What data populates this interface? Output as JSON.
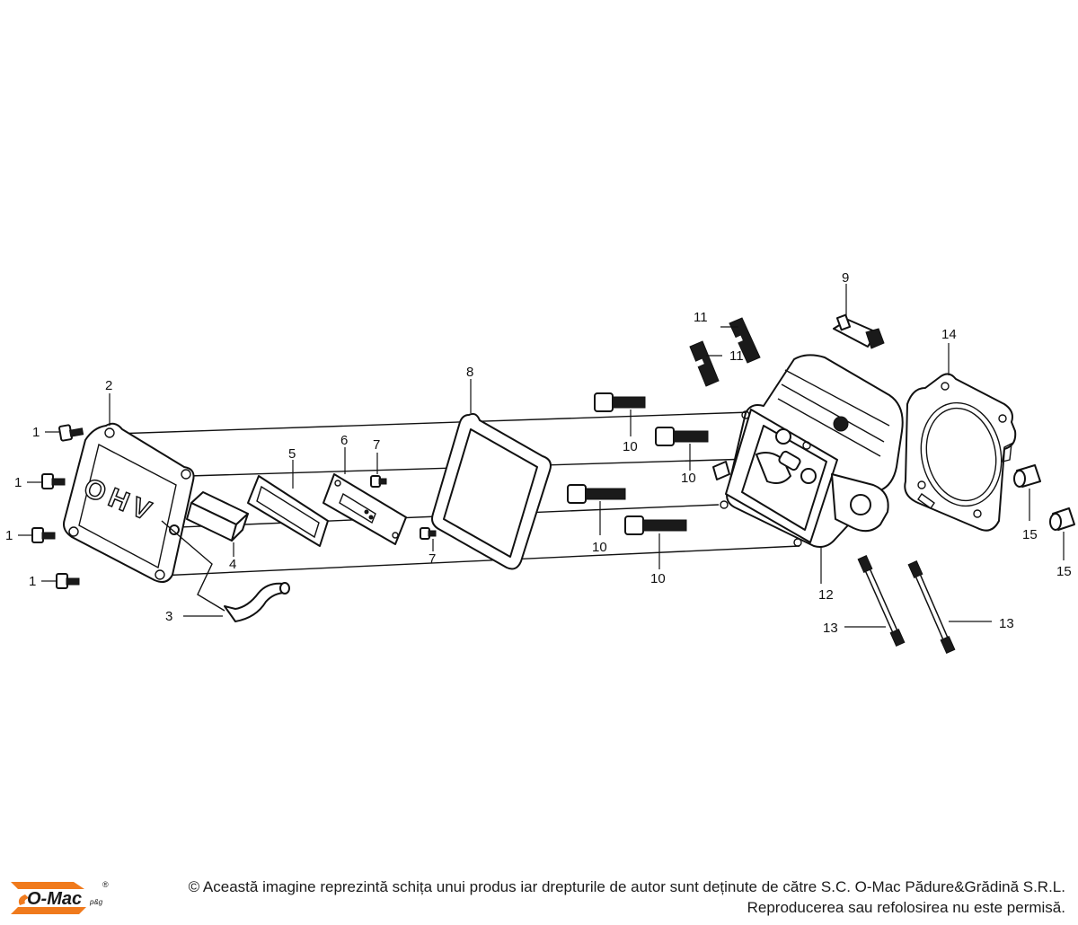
{
  "callouts": {
    "c1a": "1",
    "c1b": "1",
    "c1c": "1",
    "c1d": "1",
    "c2": "2",
    "c3": "3",
    "c4": "4",
    "c5": "5",
    "c6": "6",
    "c7a": "7",
    "c7b": "7",
    "c8": "8",
    "c9": "9",
    "c10a": "10",
    "c10b": "10",
    "c10c": "10",
    "c10d": "10",
    "c11a": "11",
    "c11b": "11",
    "c12": "12",
    "c13a": "13",
    "c13b": "13",
    "c14": "14",
    "c15a": "15",
    "c15b": "15"
  },
  "cover_text": "OHV",
  "footer": {
    "line1": "© Această imagine reprezintă schița unui produs iar drepturile de autor sunt deținute de către S.C. O-Mac Pădure&Grădină S.R.L.",
    "line2": "Reproducerea sau refolosirea nu este permisă."
  },
  "logo": {
    "text": "O-Mac",
    "suffix": "p&g",
    "mark": "®",
    "accent": "#f07a1c"
  }
}
